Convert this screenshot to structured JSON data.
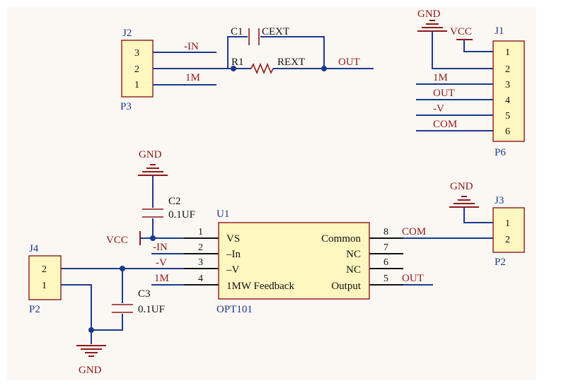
{
  "colors": {
    "background": "#fbf7f3",
    "wire": "#1a3a8b",
    "component": "#8b1a1a",
    "net_label": "#8b1a1a",
    "part_fill": "#fff6c0"
  },
  "j2": {
    "ref": "J2",
    "footprint": "P3",
    "pins": [
      "3",
      "2",
      "1"
    ]
  },
  "top_nets": {
    "in_minus": "-IN",
    "onem": "1M",
    "out": "OUT"
  },
  "c1": {
    "ref": "C1",
    "name": "CEXT"
  },
  "r1": {
    "ref": "R1",
    "name": "REXT"
  },
  "j1": {
    "ref": "J1",
    "footprint": "P6",
    "pins": [
      "1",
      "2",
      "3",
      "4",
      "5",
      "6"
    ]
  },
  "j1_power": {
    "gnd": "GND",
    "vcc": "VCC"
  },
  "j1_nets": [
    "1M",
    "OUT",
    "-V",
    "COM"
  ],
  "c2": {
    "ref": "C2",
    "value": "0.1UF"
  },
  "c2_gnd": "GND",
  "u1": {
    "ref": "U1",
    "part": "OPT101",
    "left_pins": [
      {
        "num": "1",
        "name": "VS"
      },
      {
        "num": "2",
        "name": "–In"
      },
      {
        "num": "3",
        "name": "–V"
      },
      {
        "num": "4",
        "name": "1MW Feedback"
      }
    ],
    "right_pins": [
      {
        "num": "8",
        "name": "Common"
      },
      {
        "num": "7",
        "name": "NC"
      },
      {
        "num": "6",
        "name": "NC"
      },
      {
        "num": "5",
        "name": "Output"
      }
    ]
  },
  "u1_nets_left": {
    "vcc": "VCC",
    "in_minus": "-IN",
    "v_minus": "-V",
    "onem": "1M"
  },
  "u1_nets_right": {
    "com": "COM",
    "out": "OUT"
  },
  "j3": {
    "ref": "J3",
    "footprint": "P2",
    "pins": [
      "1",
      "2"
    ],
    "gnd": "GND"
  },
  "j4": {
    "ref": "J4",
    "footprint": "P2",
    "pins": [
      "2",
      "1"
    ]
  },
  "c3": {
    "ref": "C3",
    "value": "0.1UF"
  },
  "bottom_gnd": "GND"
}
